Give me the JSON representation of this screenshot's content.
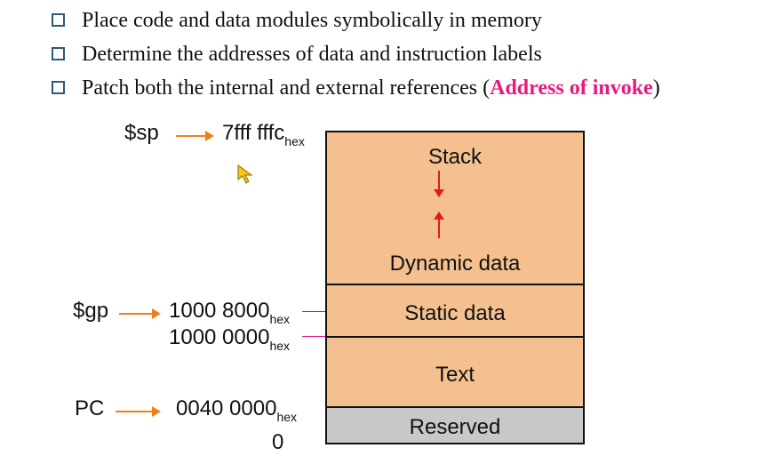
{
  "bullets": [
    {
      "text": "Place code and data modules symbolically in memory"
    },
    {
      "text": "Determine the addresses of data and instruction labels"
    },
    {
      "text_before": "Patch both the internal and external references (",
      "highlight": "Address of invoke",
      "text_after": ")"
    }
  ],
  "registers": {
    "sp": {
      "label": "$sp",
      "address": "7fff fffc",
      "unit": "hex"
    },
    "gp": {
      "label": "$gp",
      "address": "1000 8000",
      "unit": "hex"
    },
    "static_start": {
      "address": "1000 0000",
      "unit": "hex"
    },
    "pc": {
      "label": "PC",
      "address": "0040 0000",
      "unit": "hex"
    },
    "zero": {
      "address": "0"
    }
  },
  "segments": {
    "stack": "Stack",
    "dynamic": "Dynamic data",
    "static": "Static data",
    "text": "Text",
    "reserved": "Reserved"
  },
  "colors": {
    "segment_fill": "#f4c08f",
    "reserved_fill": "#c8c8c8",
    "pointer_arrow": "#f07f1b",
    "growth_arrow": "#e11b1b",
    "highlight": "#e8197d"
  }
}
